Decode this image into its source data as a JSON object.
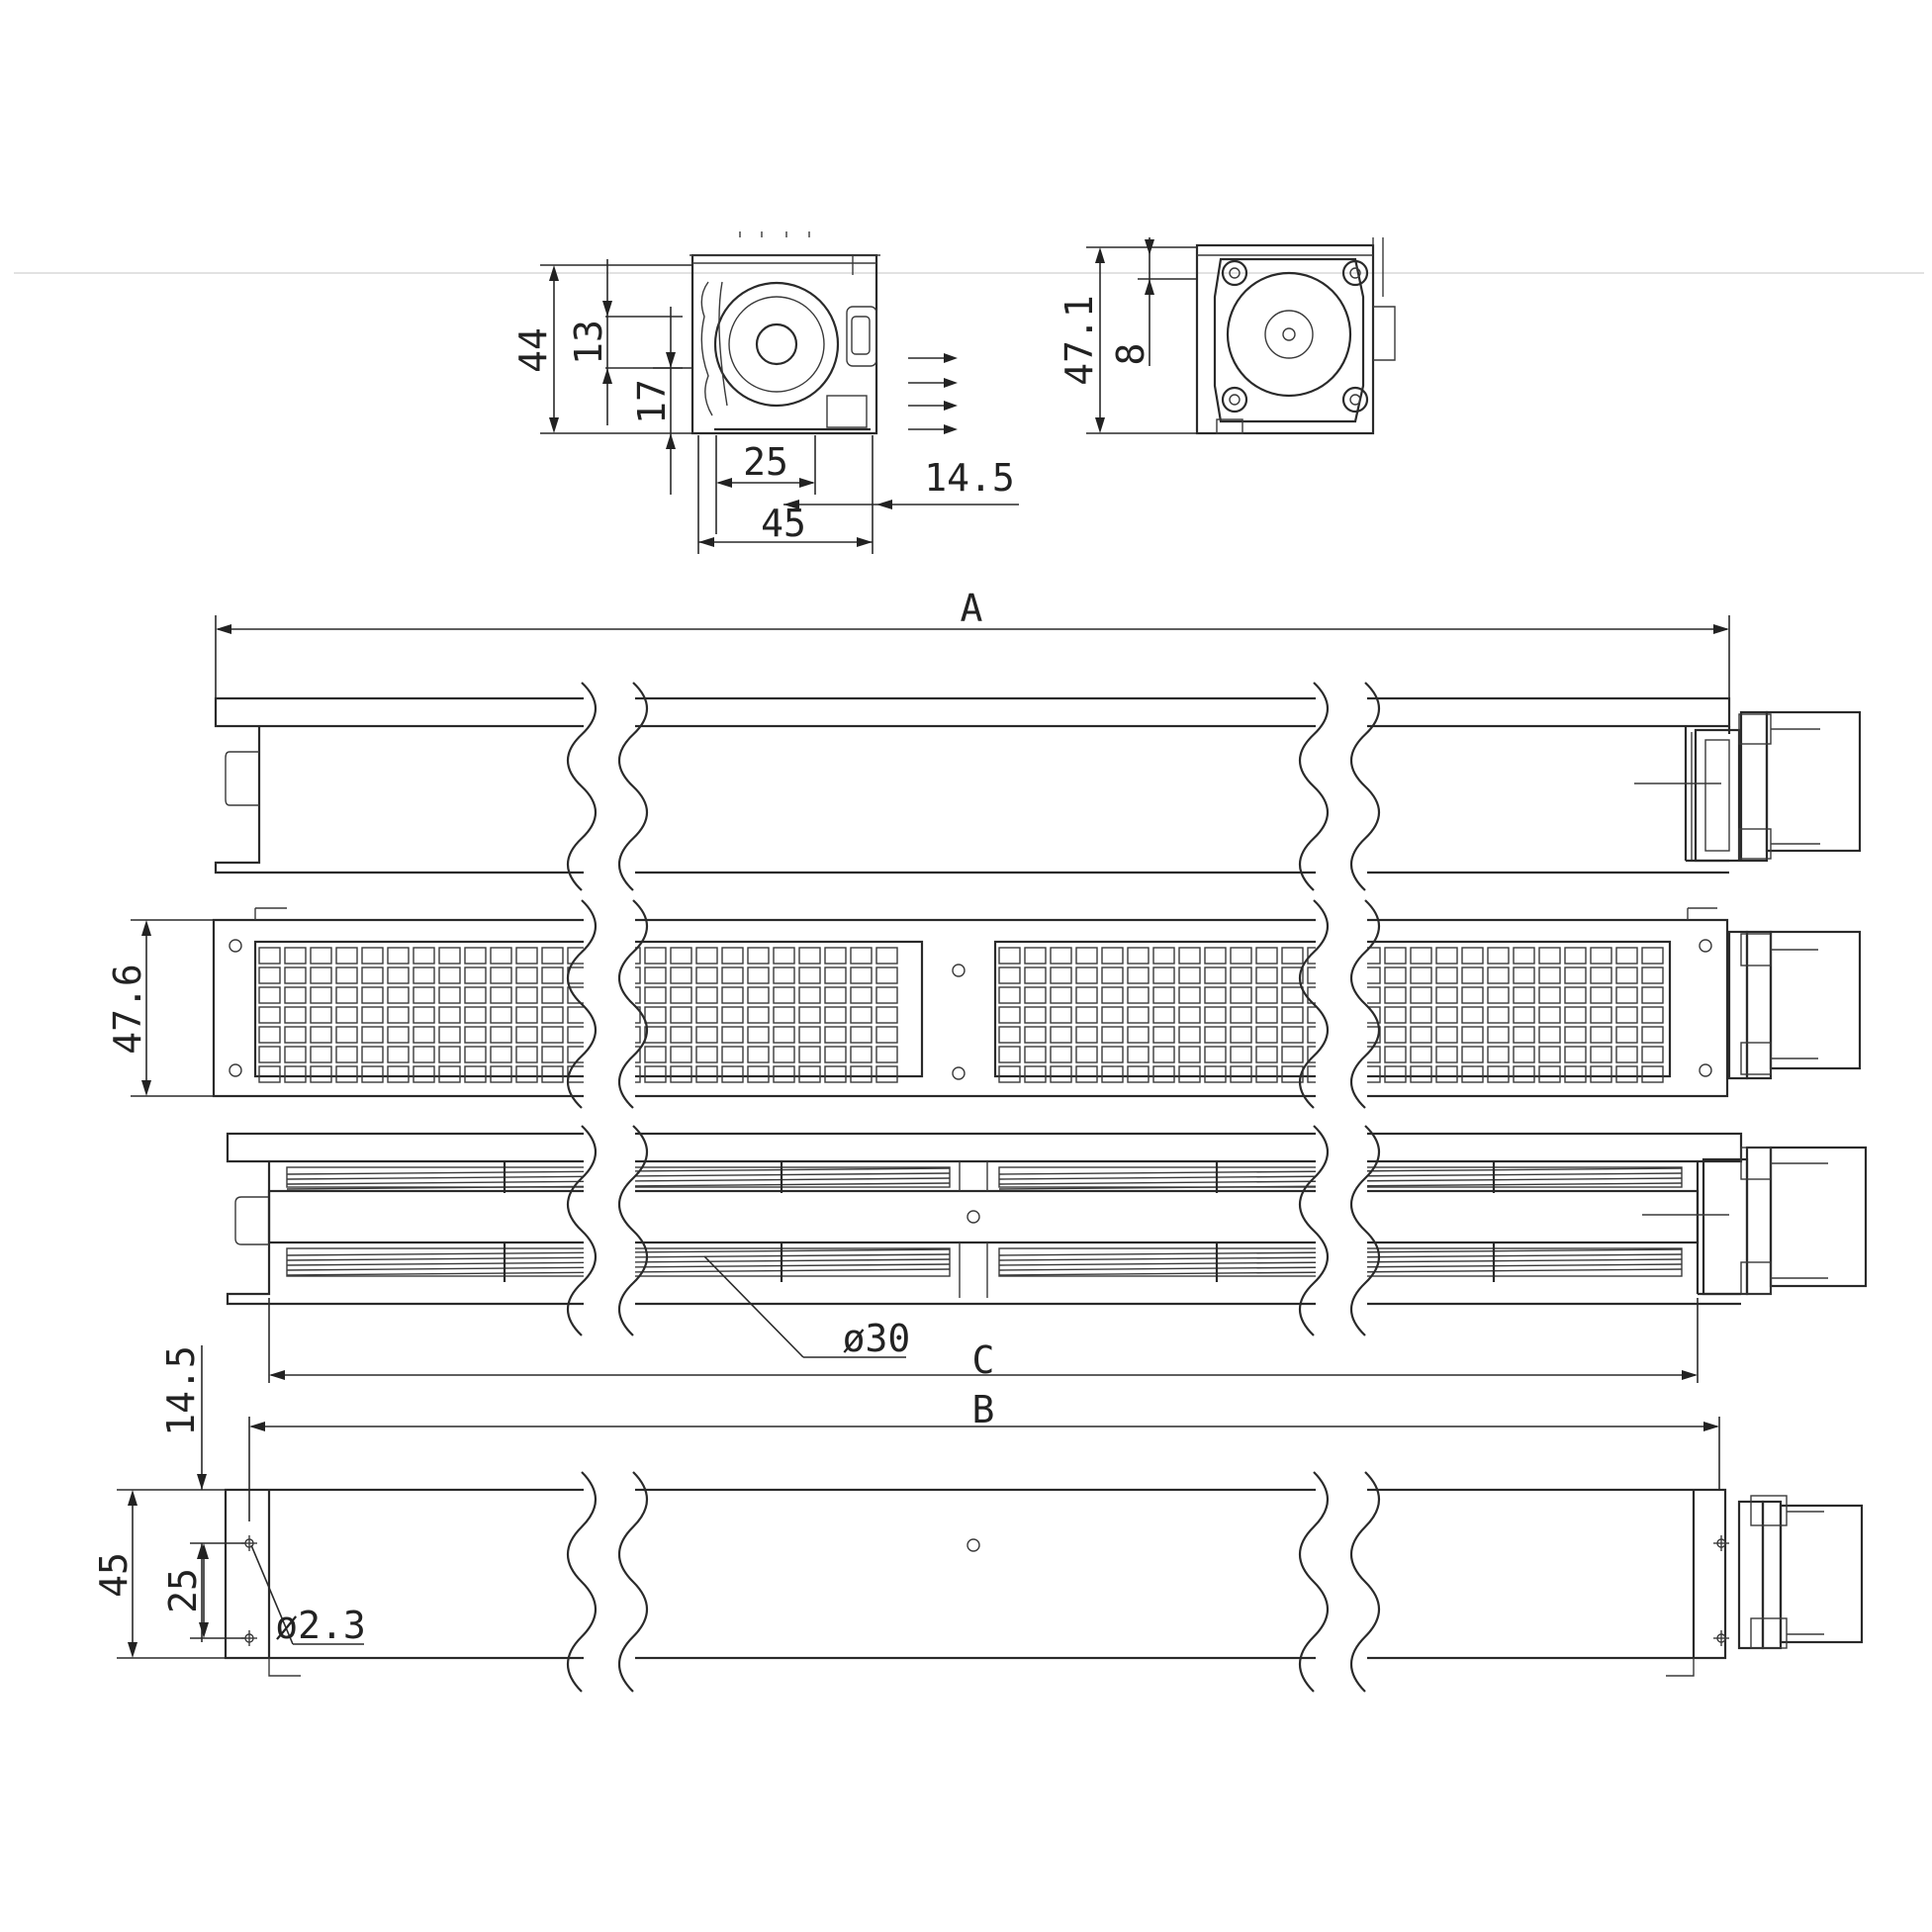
{
  "colors": {
    "line": "#2a2a2a",
    "background": "#ffffff"
  },
  "front_view": {
    "height_44": "44",
    "dim_13": "13",
    "dim_17": "17",
    "dim_25": "25",
    "width_45": "45",
    "offset_14_5": "14.5"
  },
  "side_view": {
    "height_47_1": "47.1",
    "dim_8": "8"
  },
  "top_view": {
    "length_A": "A"
  },
  "grille_view": {
    "height_47_6": "47.6"
  },
  "impeller_view": {
    "diameter_30": "ø30",
    "length_C": "C"
  },
  "bottom_view": {
    "length_B": "B",
    "dim_14_5": "14.5",
    "height_45": "45",
    "dim_25": "25",
    "hole_2_3": "ø2.3"
  }
}
